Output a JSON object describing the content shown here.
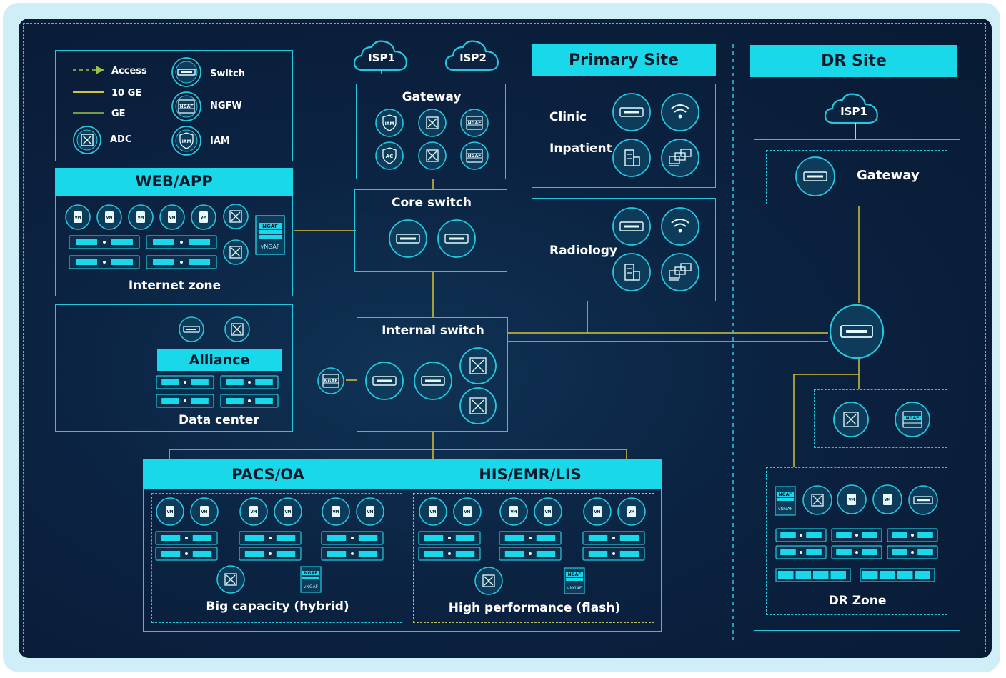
{
  "legend": {
    "access": "Access",
    "ten_ge": "10 GE",
    "ge": "GE",
    "adc": "ADC",
    "switch": "Switch",
    "ngfw": "NGFW",
    "iam": "IAM"
  },
  "clouds": {
    "isp1": "ISP1",
    "isp2": "ISP2",
    "dr_isp1": "ISP1"
  },
  "gateway": {
    "title": "Gateway",
    "badges": {
      "iam": "IAM",
      "ac": "AC",
      "ngaf": "NGAF"
    }
  },
  "core_switch": {
    "title": "Core switch"
  },
  "internal_switch": {
    "title": "Internal switch"
  },
  "web_app": {
    "title": "WEB/APP",
    "zone": "Internet zone",
    "vm": "VM",
    "ngaf": "NGAF",
    "vngaf": "vNGAF"
  },
  "alliance": {
    "title": "Alliance",
    "zone": "Data center"
  },
  "primary_site": {
    "title": "Primary Site",
    "clinic": "Clinic",
    "inpatient": "Inpatient",
    "radiology": "Radiology"
  },
  "dr_site": {
    "title": "DR Site",
    "gateway": "Gateway",
    "zone": "DR Zone"
  },
  "storage": {
    "pacs_title": "PACS/OA",
    "his_title": "HIS/EMR/LIS",
    "pacs_caption": "Big capacity  (hybrid)",
    "his_caption": "High performance (flash)"
  },
  "colors": {
    "cyan": "#19d8ea",
    "line_yellow": "#d6c13a",
    "line_green": "#9fc04a",
    "panel_bg": "#0b2241"
  }
}
